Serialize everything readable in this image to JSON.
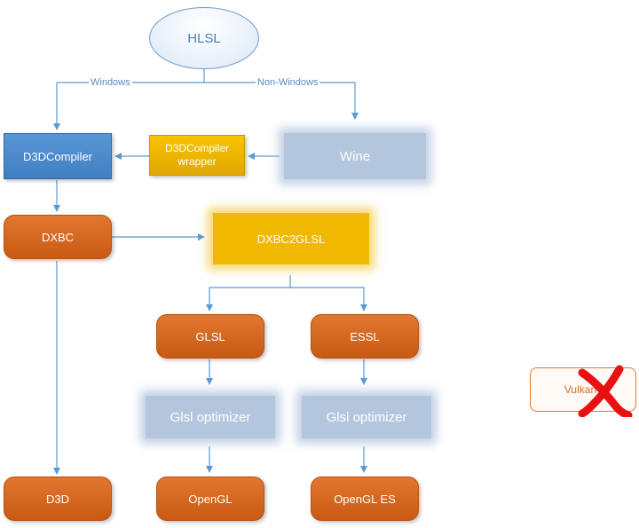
{
  "nodes": {
    "hlsl": "HLSL",
    "d3dcompiler": "D3DCompiler",
    "wrapper": "D3DCompiler wrapper",
    "wine": "Wine",
    "dxbc": "DXBC",
    "dxbc2glsl": "DXBC2GLSL",
    "glsl": "GLSL",
    "essl": "ESSL",
    "glsl_optimizer_1": "Glsl optimizer",
    "glsl_optimizer_2": "Glsl optimizer",
    "d3d": "D3D",
    "opengl": "OpenGL",
    "opengl_es": "OpenGL ES",
    "vulkan": "Vulkan"
  },
  "edges": {
    "windows": "Windows",
    "non_windows": "Non-Windows"
  },
  "colors": {
    "connector": "#5b9bd5",
    "orange": "#d9682a",
    "gold": "#f2b800",
    "blue": "#4a86c8",
    "cross": "#e81010"
  }
}
